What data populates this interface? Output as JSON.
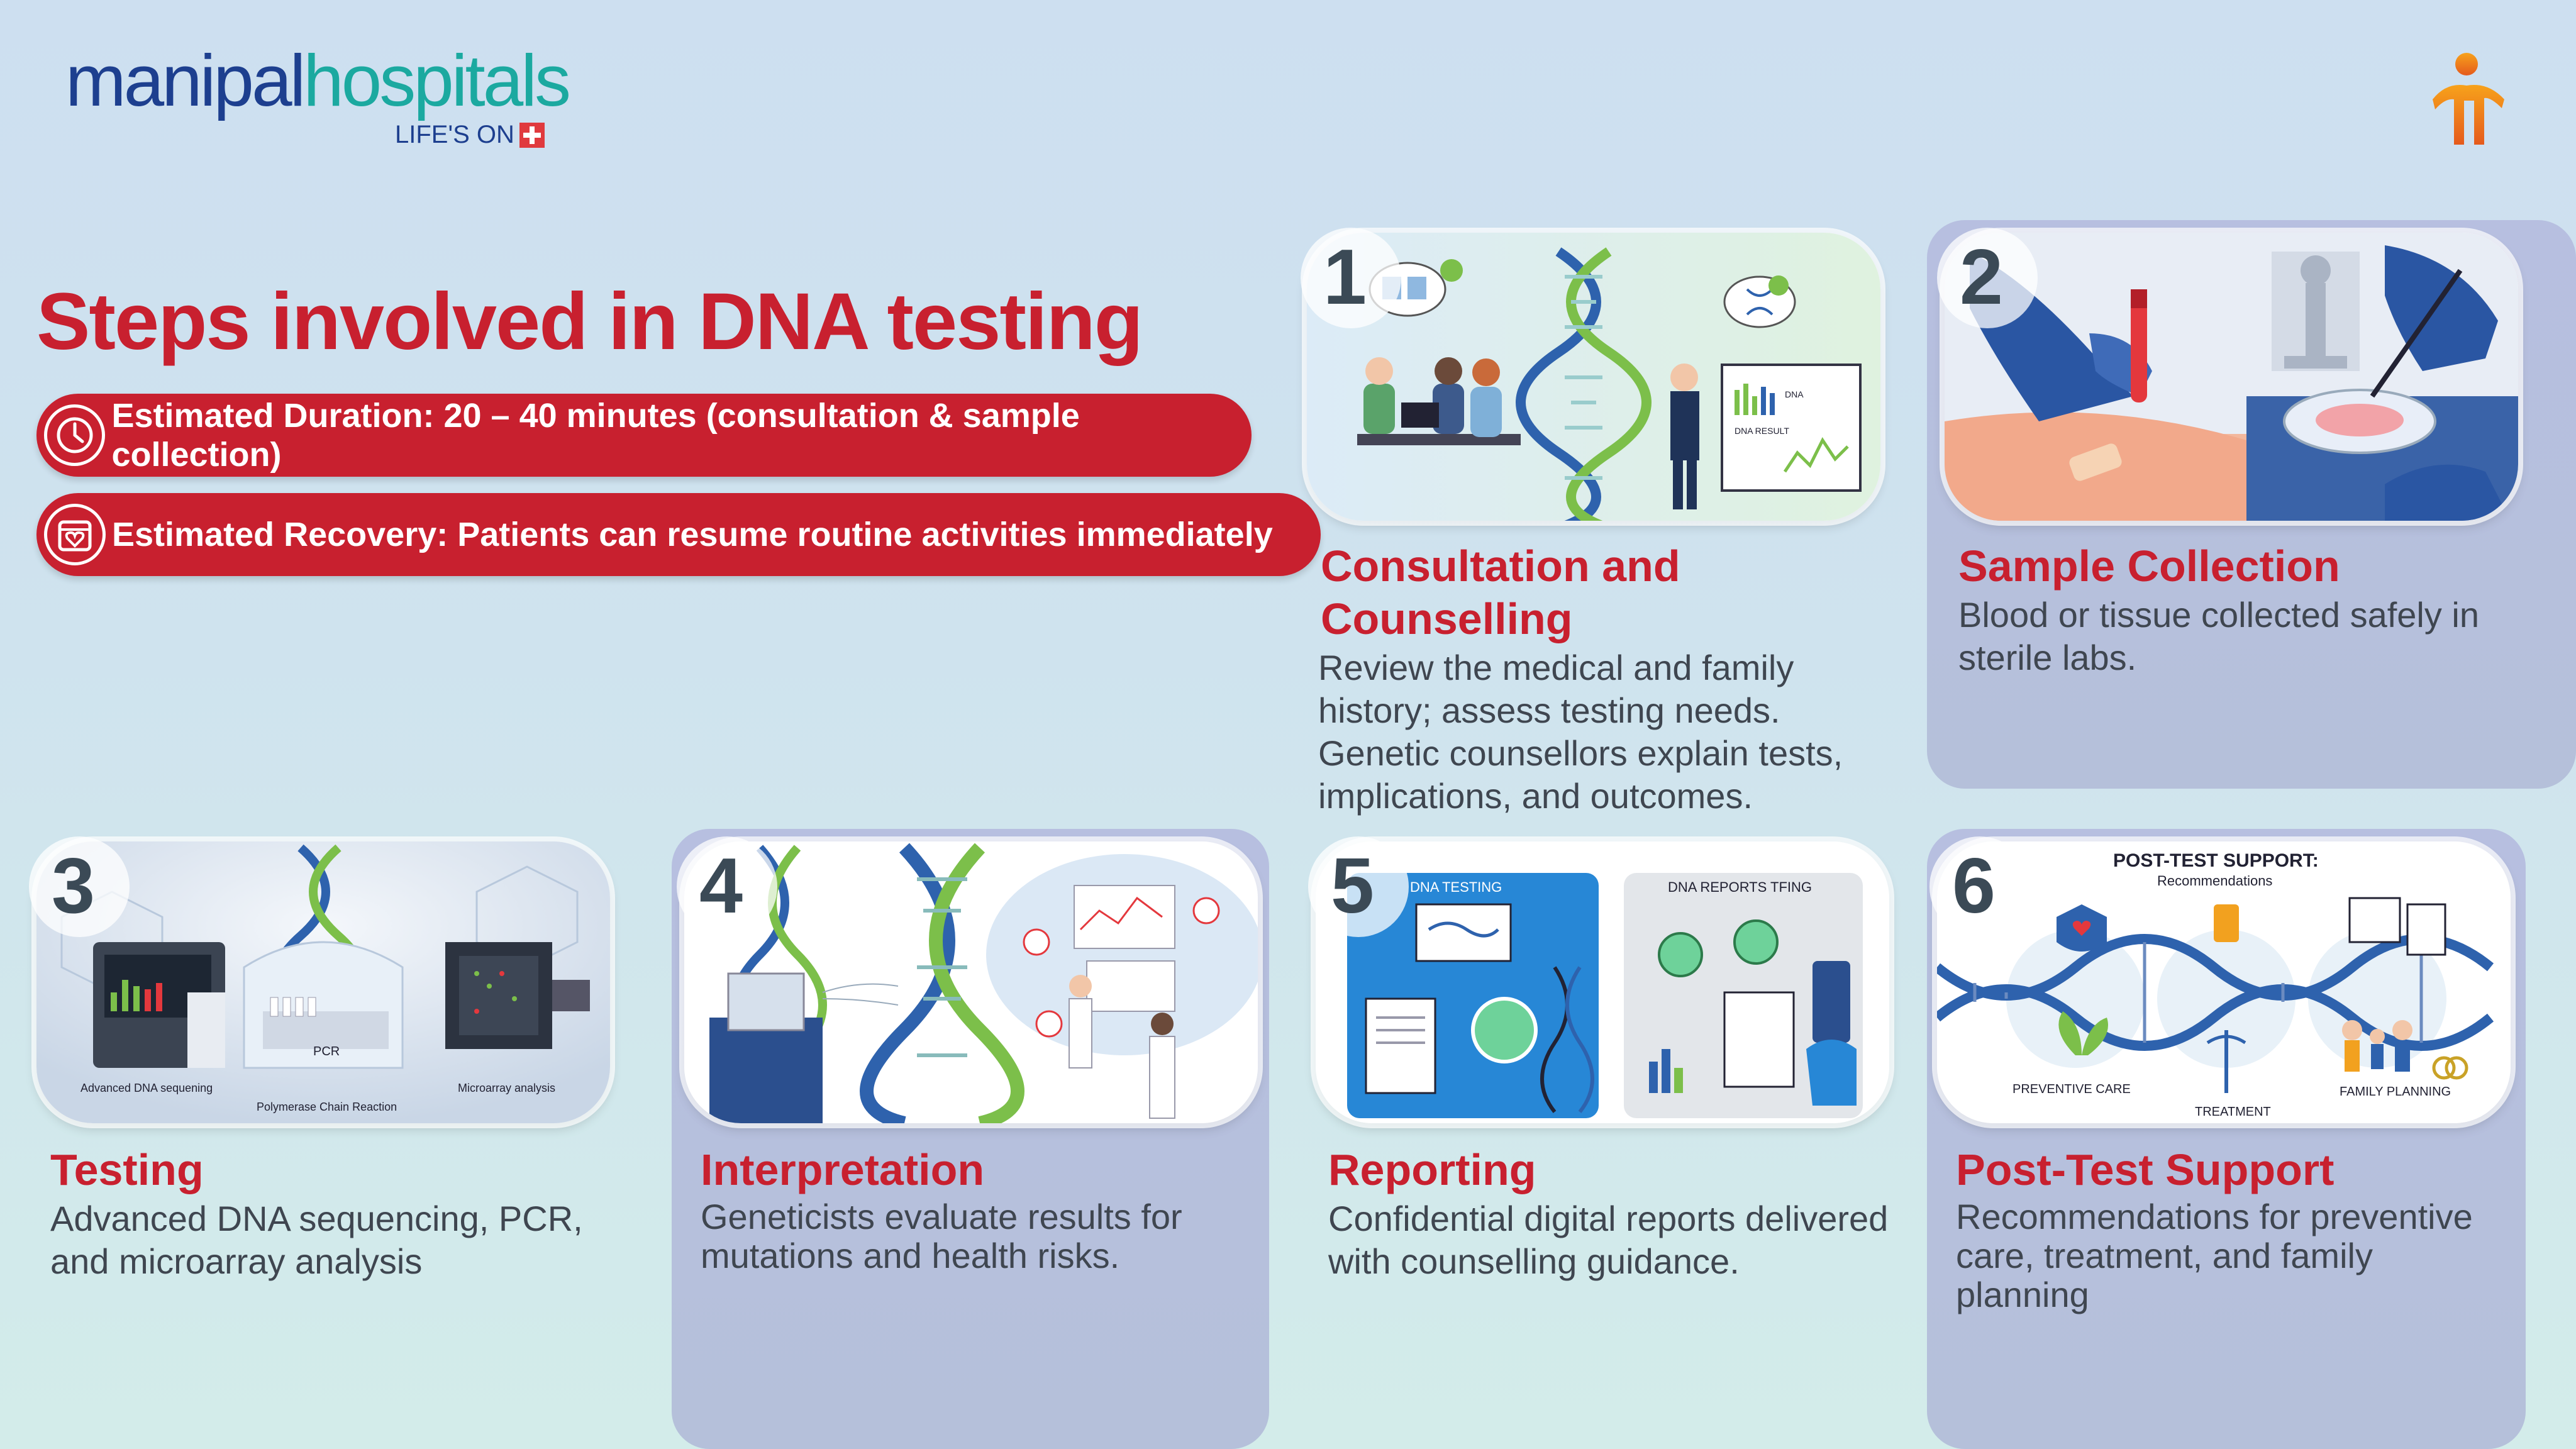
{
  "brand": {
    "name_part1": "manipal",
    "name_part2": "hospitals",
    "tagline": "LIFE'S ON"
  },
  "title": "Steps involved in DNA testing",
  "info_pills": [
    {
      "icon": "clock-icon",
      "text": "Estimated Duration: 20 – 40 minutes (consultation & sample collection)"
    },
    {
      "icon": "heart-calendar-icon",
      "text": "Estimated Recovery: Patients can resume routine activities immediately"
    }
  ],
  "steps": [
    {
      "number": "1",
      "title": "Consultation and Counselling",
      "description": "Review the medical and family history; assess testing needs. Genetic counsellors explain tests, implications, and outcomes.",
      "image_labels": [
        "DNA RESULT",
        "DNA"
      ]
    },
    {
      "number": "2",
      "title": "Sample Collection",
      "description": "Blood or tissue collected safely in sterile labs.",
      "image_labels": []
    },
    {
      "number": "3",
      "title": "Testing",
      "description": "Advanced DNA sequencing, PCR, and microarray analysis",
      "image_labels": [
        "Advanced DNA sequening",
        "PCR",
        "Polymerase Chain Reaction",
        "Microarray analysis"
      ]
    },
    {
      "number": "4",
      "title": "Interpretation",
      "description": "Geneticists evaluate results for mutations and health risks.",
      "image_labels": []
    },
    {
      "number": "5",
      "title": "Reporting",
      "description": "Confidential digital reports delivered with counselling guidance.",
      "image_labels": [
        "DNA TESTING",
        "DNA REPORTS TFING"
      ]
    },
    {
      "number": "6",
      "title": "Post-Test Support",
      "description": "Recommendations for preventive care, treatment, and family planning",
      "image_labels": [
        "POST-TEST SUPPORT:",
        "Recommendations",
        "PREVENTIVE CARE",
        "TREATMENT",
        "FAMILY PLANNING"
      ]
    }
  ],
  "colors": {
    "accent_red": "#c8202f",
    "brand_blue": "#1d3f8f",
    "brand_teal": "#1ba9a0",
    "dna_blue": "#2e62ad",
    "dna_green": "#7cbf4a"
  }
}
